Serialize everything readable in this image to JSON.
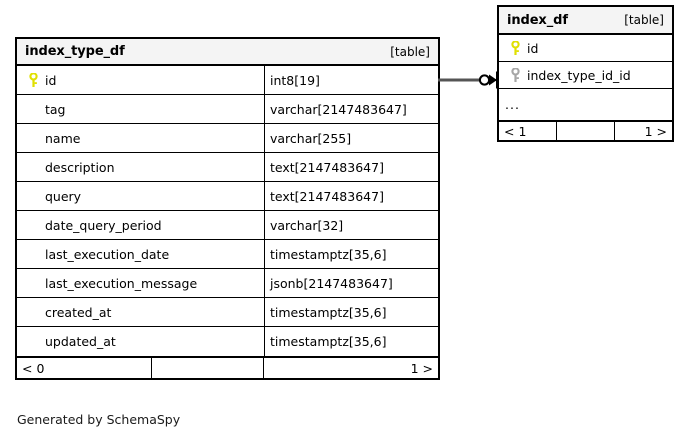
{
  "diagram": {
    "type": "entity-relationship-diagram",
    "generator_note": "Generated by SchemaSpy",
    "background": "#ffffff",
    "line_color": "#555555",
    "pk_key_color": "#e8e800",
    "fk_key_color": "#a6a6a6",
    "header_background": "#f4f4f4",
    "border_color": "#000000"
  },
  "entities": [
    {
      "name": "index_type_df",
      "kind": "[table]",
      "columns": [
        {
          "key": "primary",
          "key_icon": "key-icon",
          "name": "id",
          "type": "int8[19]"
        },
        {
          "key": "none",
          "key_icon": null,
          "name": "tag",
          "type": "varchar[2147483647]"
        },
        {
          "key": "none",
          "key_icon": null,
          "name": "name",
          "type": "varchar[255]"
        },
        {
          "key": "none",
          "key_icon": null,
          "name": "description",
          "type": "text[2147483647]"
        },
        {
          "key": "none",
          "key_icon": null,
          "name": "query",
          "type": "text[2147483647]"
        },
        {
          "key": "none",
          "key_icon": null,
          "name": "date_query_period",
          "type": "varchar[32]"
        },
        {
          "key": "none",
          "key_icon": null,
          "name": "last_execution_date",
          "type": "timestamptz[35,6]"
        },
        {
          "key": "none",
          "key_icon": null,
          "name": "last_execution_message",
          "type": "jsonb[2147483647]"
        },
        {
          "key": "none",
          "key_icon": null,
          "name": "created_at",
          "type": "timestamptz[35,6]"
        },
        {
          "key": "none",
          "key_icon": null,
          "name": "updated_at",
          "type": "timestamptz[35,6]"
        }
      ],
      "footer": {
        "left": "< 0",
        "middle": "",
        "right": "1 >"
      }
    },
    {
      "name": "index_df",
      "kind": "[table]",
      "columns": [
        {
          "key": "primary",
          "key_icon": "key-icon",
          "name": "id",
          "type": ""
        },
        {
          "key": "foreign",
          "key_icon": "key-icon",
          "name": "index_type_id_id",
          "type": ""
        },
        {
          "key": "none",
          "key_icon": null,
          "name": "...",
          "type": ""
        }
      ],
      "footer": {
        "left": "< 1",
        "middle": "",
        "right": "1 >"
      }
    }
  ],
  "relationship": {
    "from_entity": "index_type_df",
    "from_column": "id",
    "to_entity": "index_df",
    "to_column": "index_type_id_id",
    "from_cardinality": "zero-or-one",
    "to_cardinality": "many",
    "icon": "crowsfoot-connector-icon"
  }
}
